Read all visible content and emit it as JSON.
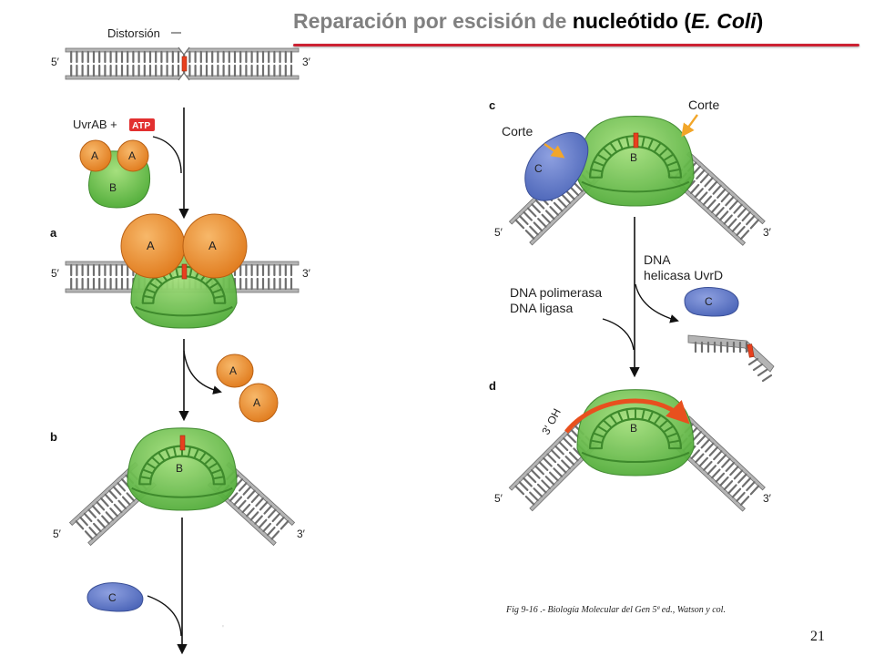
{
  "slide": {
    "title_part1": "Reparación por escisión de ",
    "title_part2": "nucleótido (",
    "title_part3": "E. Coli",
    "title_part4": ")",
    "caption": "Fig 9-16 .- Biología Molecular del Gen 5ª ed., Watson y col.",
    "page_number": "21"
  },
  "labels": {
    "distortion": "Distorsión",
    "uvrab": "UvrAB +",
    "atp": "ATP",
    "panel_a": "a",
    "panel_b": "b",
    "panel_c": "c",
    "panel_d": "d",
    "five_prime": "5′",
    "three_prime": "3′",
    "cut": "Corte",
    "helicase_line1": "DNA",
    "helicase_line2": "helicasa UvrD",
    "polymerase_line1": "DNA polimerasa",
    "polymerase_line2": "DNA ligasa",
    "three_oh": "3′ OH",
    "protein_a": "A",
    "protein_b": "B",
    "protein_c": "C"
  },
  "colors": {
    "protein_a": "#f08c2a",
    "protein_a_stroke": "#b86014",
    "protein_b": "#6cc64c",
    "protein_b_dark": "#3e8a2c",
    "protein_c": "#5a74c4",
    "dna": "#b4b4b4",
    "dna_stroke": "#6e6e6e",
    "lesion": "#e8401e",
    "atp_badge": "#e23030",
    "arrow": "#111111",
    "cut_arrow": "#f2a62a"
  }
}
